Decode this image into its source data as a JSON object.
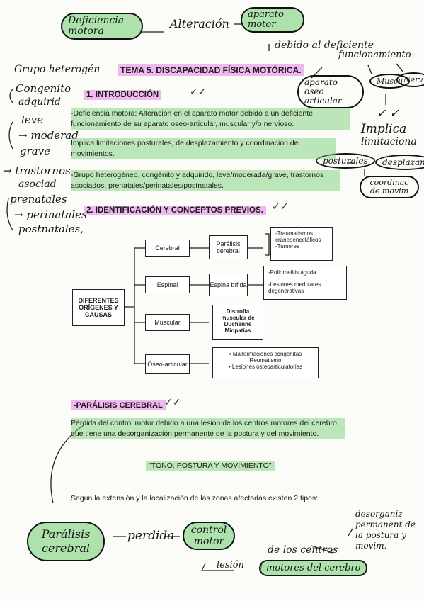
{
  "top_notes": {
    "deficiencia_motora": "Deficiencia motora",
    "alteracion": "Alteración",
    "aparato_motor": "aparato motor",
    "debido": "debido al deficiente",
    "funcionamiento": "funcionamiento",
    "aparato_oseo": "aparato oseo articular",
    "musc": "Muscu",
    "nerv": "Nerv",
    "implica": "Implica",
    "limitaciones": "limitaciona",
    "posturales": "posturales",
    "desplazam": "desplazam",
    "coordinac": "coordinac de movim",
    "grupo": "Grupo heterogén",
    "congenito": "Congenito",
    "adquirid": "adquirid",
    "leve": "leve",
    "moderad": "moderad",
    "grave": "grave",
    "trastornos": "trastornos",
    "asociad": "asociad",
    "prenatales": "prenatales",
    "perinatales": "perinatales",
    "postnatales": "postnatales,"
  },
  "title": "TEMA 5. DISCAPACIDAD FÍSICA MOTÓRICA.",
  "section1": {
    "heading": "1.   INTRODUCCIÓN",
    "p1": "-Deficiencia motora: Alteración en el aparato motor debido a un deficiente funcionamiento de su aparato oseo-articular, muscular y/o nervioso.",
    "p2": "Implica limitaciones posturales, de desplazamiento y coordinación de movimientos.",
    "p3": "-Grupo heterogéneo, congénito y adquirido, leve/moderada/grave, trastornos asociados, prenatales/perinatales/postnatales."
  },
  "section2": {
    "heading": "2.   IDENTIFICACIÓN Y CONCEPTOS PREVIOS.",
    "root": "DIFERENTES ORÍGENES Y CAUSAS",
    "branches": [
      {
        "label": "Cerebral",
        "sub": "Parálisis cerebral",
        "items": [
          "-Traumatismos craneoencefálicos",
          "-Tumores"
        ]
      },
      {
        "label": "Espinal",
        "sub": "Espina bífida",
        "items": [
          "-Poliomelitis aguda",
          "-Lesiones medulares degenerativas"
        ]
      },
      {
        "label": "Muscular",
        "sub": "",
        "items": [
          "Distrofia muscular de Duchenne",
          "Miopatías"
        ]
      },
      {
        "label": "Óseo-articular",
        "sub": "",
        "items": [
          "Malformaciones congénitas",
          "Reumatismo",
          "Lesiones osteoarticulatorias"
        ]
      }
    ]
  },
  "paralisis": {
    "heading": "-PARÁLISIS CEREBRAL",
    "p1": "Pérdida del control motor debido a una lesión de los centros motores del cerebro que tiene una desorganización permanente de la postura y del movimiento.",
    "quote": "\"TONO, POSTURA Y MOVIMIENTO\"",
    "p2": "Según la extensión y la localización de las zonas afectadas existen 2 tipos:"
  },
  "bottom_notes": {
    "paralisis_cerebral": "Parálisis cerebral",
    "perdida": "perdida",
    "control_motor": "control motor",
    "lesion": "lesión",
    "de_los_centros": "de los centros",
    "motores_del_cerebro": "motores del cerebro",
    "desorganiz": "desorganiz permanent de la postura y movim."
  }
}
